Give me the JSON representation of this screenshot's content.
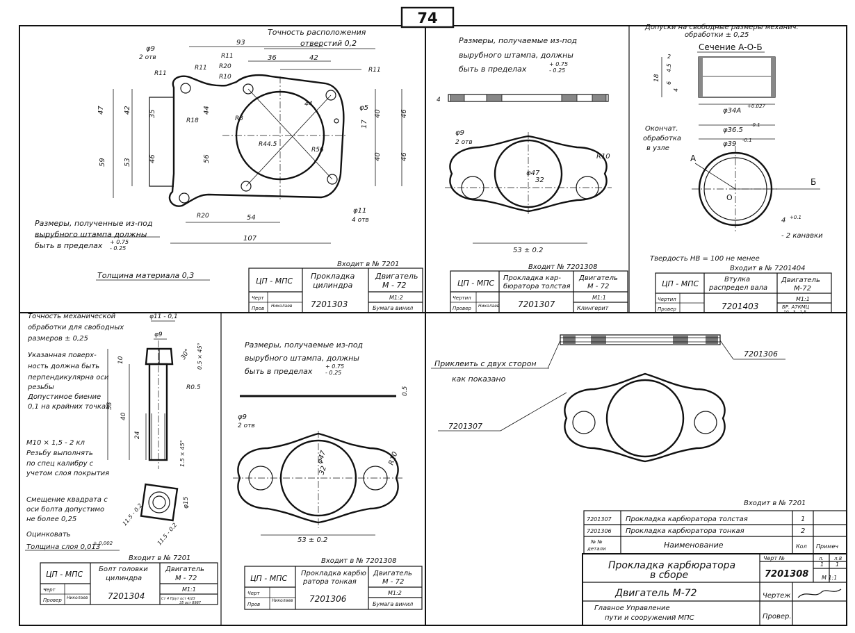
{
  "sheet": {
    "page_number": "74"
  },
  "d1": {
    "note_accuracy": [
      "Точность расположения",
      "отверстий 0,2"
    ],
    "note_die": [
      "Размеры, полученные из-под",
      "вырубного штампа должны",
      "быть в пределах"
    ],
    "tol_die": [
      "+ 0.75",
      "- 0.25"
    ],
    "thickness": "Толщина материала 0,3",
    "dims": [
      "φ9",
      "2 отв",
      "R11",
      "R11",
      "R11",
      "R20",
      "R10",
      "93",
      "36",
      "42",
      "47",
      "42",
      "35",
      "46",
      "53",
      "59",
      "44",
      "56",
      "R18",
      "R3",
      "R44.5",
      "R56",
      "φ5",
      "17",
      "40",
      "40",
      "46",
      "46",
      "φ11",
      "4 отв",
      "R20",
      "54",
      "107",
      "44",
      "R11"
    ]
  },
  "tb1": {
    "enters": "Входит в № 7201",
    "org": "ЦП - МПС",
    "name": [
      "Прокладка",
      "цилиндра"
    ],
    "engine": [
      "Двигатель",
      "М - 72"
    ],
    "number": "7201303",
    "mat1": "М1:2",
    "mat2": "Бумага винил",
    "sig_labels": [
      "Черт",
      "Пров"
    ],
    "sig_name": "Николаев"
  },
  "d2": {
    "note_die": [
      "Размеры, получаемые из-под",
      "вырубного штампа, должны",
      "быть в пределах"
    ],
    "tol_die": [
      "+ 0.75",
      "- 0.25"
    ],
    "dims": [
      "4",
      "φ9",
      "2 отв",
      "R10",
      "φ47",
      "32",
      "53 ± 0.2"
    ]
  },
  "tb2": {
    "enters": "Входит № 7201308",
    "org": "ЦП - МПС",
    "name": [
      "Прокладка кар-",
      "бюратора толстая"
    ],
    "engine": [
      "Двигатель",
      "М - 72"
    ],
    "number": "7201307",
    "mat1": "М1:1",
    "mat2": "Клингерит",
    "sig_labels": [
      "Чертил",
      "Провер"
    ],
    "sig_name": "Николаев"
  },
  "d3": {
    "note_tol": [
      "Допуски на свободные размеры механич.",
      "обработки ± 0,25"
    ],
    "section": "Сечение А-О-Б",
    "note_finish": [
      "Окончат.",
      "обработка",
      "в узле"
    ],
    "dims": [
      "18",
      "φ34А",
      "+0.027",
      "φ36.5",
      "-0.1",
      "φ39",
      "-0.1",
      "А",
      "О",
      "Б",
      "4",
      "+0.1",
      "- 2 канавки",
      "2",
      "4.5",
      "6",
      "4"
    ],
    "hardness": "Твердость НВ = 100 не менее"
  },
  "tb3": {
    "enters": "Входит в № 7201404",
    "org": "ЦП - МПС",
    "name": [
      "Втулка",
      "распредел вала"
    ],
    "engine": [
      "Двигатель",
      "М-72"
    ],
    "number": "7201403",
    "mat1": "М1:1",
    "mat2": "БР. А7КМЦ",
    "mat3": "10 - 3 - 1,5",
    "sig_labels": [
      "Чертил",
      "Провер"
    ]
  },
  "d4": {
    "note_tol": [
      "Точность механической",
      "обработки для свободных",
      "размеров ± 0,25"
    ],
    "note_surface": [
      "Указанная поверх-",
      "ность должна быть",
      "перпендикулярна оси",
      "резьбы",
      "Допустимое биение",
      "0,1 на крайних точках"
    ],
    "note_thread": [
      "М10 × 1,5 - 2 кл",
      "Резьбу выполнять",
      "по спец калибру с",
      "учетом слоя покрытия"
    ],
    "note_shift": [
      "Смещение квадрата с",
      "оси болта допустимо",
      "не более 0,25"
    ],
    "coat": "Оцинковать",
    "coat_thick": "Толщина слоя 0,013",
    "coat_tol": "± 0,002",
    "dims": [
      "φ11 - 0,1",
      "φ9",
      "10",
      "30°",
      "0.5 × 45°",
      "R0.5",
      "53",
      "40",
      "24",
      "1.5 × 45°",
      "φ15",
      "11.5 - 0.2",
      "11.5 - 0.2"
    ]
  },
  "tb4": {
    "enters": "Входит в № 7201",
    "org": "ЦП - МПС",
    "name": [
      "Болт головки",
      "цилиндра"
    ],
    "engine": [
      "Двигатель",
      "М - 72"
    ],
    "number": "7201304",
    "mat1": "М1:1",
    "mat2": "Ст 4 Прут ост 4/23",
    "mat3": "35 ост 8987",
    "sig_labels": [
      "Черт",
      "Провер"
    ],
    "sig_name": "Николаев"
  },
  "d5": {
    "note_die": [
      "Размеры, получаемые из-под",
      "вырубного штампа, должны",
      "быть в пределах"
    ],
    "tol_die": [
      "+ 0.75",
      "- 0.25"
    ],
    "dims": [
      "0.5",
      "φ9",
      "2 отв",
      "R10",
      "φ47",
      "32",
      "53 ± 0.2"
    ]
  },
  "tb5": {
    "enters": "Входит в № 7201308",
    "org": "ЦП - МПС",
    "name": [
      "Прокладка карбю",
      "ратора тонкая"
    ],
    "engine": [
      "Двигатель",
      "М - 72"
    ],
    "number": "7201306",
    "mat1": "М1:2",
    "mat2": "Бумага винил",
    "sig_labels": [
      "Черт",
      "Пров"
    ],
    "sig_name": "Николаев"
  },
  "d6": {
    "note_glue": [
      "Приклеить с двух сторон",
      "как показано"
    ],
    "ref_top": "7201306",
    "ref_left": "7201307"
  },
  "spec": {
    "enters": "Входит в № 7201",
    "rows": [
      {
        "num": "7201307",
        "name": "Прокладка карбюратора толстая",
        "qty": "1"
      },
      {
        "num": "7201306",
        "name": "Прокладка карбюратора тонкая",
        "qty": "2"
      }
    ],
    "hdr_num": [
      "№ № ",
      "детали"
    ],
    "hdr_name": "Наименование",
    "hdr_qty": "Кол",
    "hdr_note": "Примеч"
  },
  "main": {
    "title": [
      "Прокладка карбюратора",
      "в сборе"
    ],
    "drawing_label": "Черт №",
    "number": "7201308",
    "engine": "Двигатель М-72",
    "org": [
      "Главное Управление",
      "пути и сооружений МПС"
    ],
    "chertezh": "Чертеж",
    "prover": "Провер.",
    "scale_vals": [
      "л.",
      "л.8",
      "1",
      "1",
      "М 1:1"
    ]
  }
}
